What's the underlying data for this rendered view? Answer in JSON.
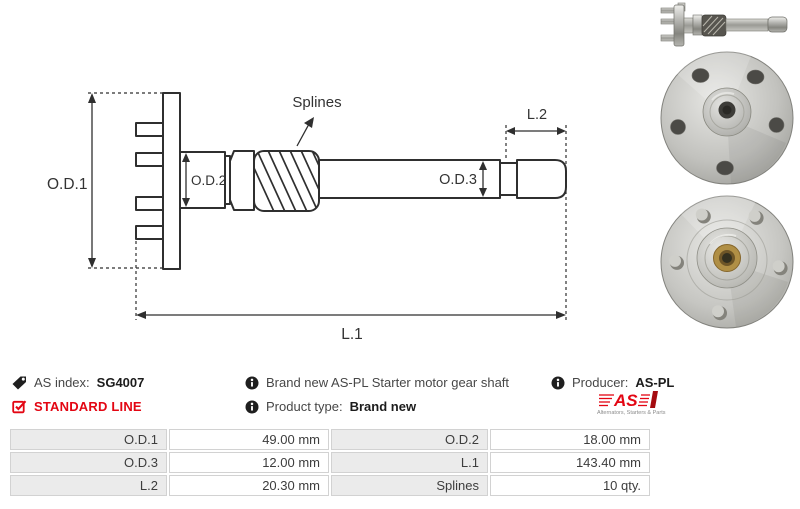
{
  "diagram": {
    "labels": {
      "od1": "O.D.1",
      "od2": "O.D.2",
      "od3": "O.D.3",
      "l1": "L.1",
      "l2": "L.2",
      "splines": "Splines"
    }
  },
  "info": {
    "as_index_label": "AS index:",
    "as_index_value": "SG4007",
    "standard_line": "STANDARD LINE",
    "description": "Brand new AS-PL Starter motor gear shaft",
    "product_type_label": "Product type:",
    "product_type_value": "Brand new",
    "producer_label": "Producer:",
    "producer_value": "AS-PL",
    "logo_text": "AS",
    "logo_caption": "Alternators, Starters & Parts"
  },
  "icons": {
    "as_index": "tag-icon",
    "standard_line": "check-square-icon",
    "description": "info-icon",
    "product_type": "info-icon",
    "producer": "info-icon"
  },
  "colors": {
    "brand_red": "#e30613",
    "table_label_bg": "#ebebeb",
    "table_border": "#d2d2d2",
    "line_color": "#2f2f2f"
  },
  "spec_table": {
    "rows": [
      [
        {
          "label": "O.D.1",
          "value": "49.00 mm"
        },
        {
          "label": "O.D.2",
          "value": "18.00 mm"
        }
      ],
      [
        {
          "label": "O.D.3",
          "value": "12.00 mm"
        },
        {
          "label": "L.1",
          "value": "143.40 mm"
        }
      ],
      [
        {
          "label": "L.2",
          "value": "20.30 mm"
        },
        {
          "label": "Splines",
          "value": "10 qty."
        }
      ]
    ]
  }
}
